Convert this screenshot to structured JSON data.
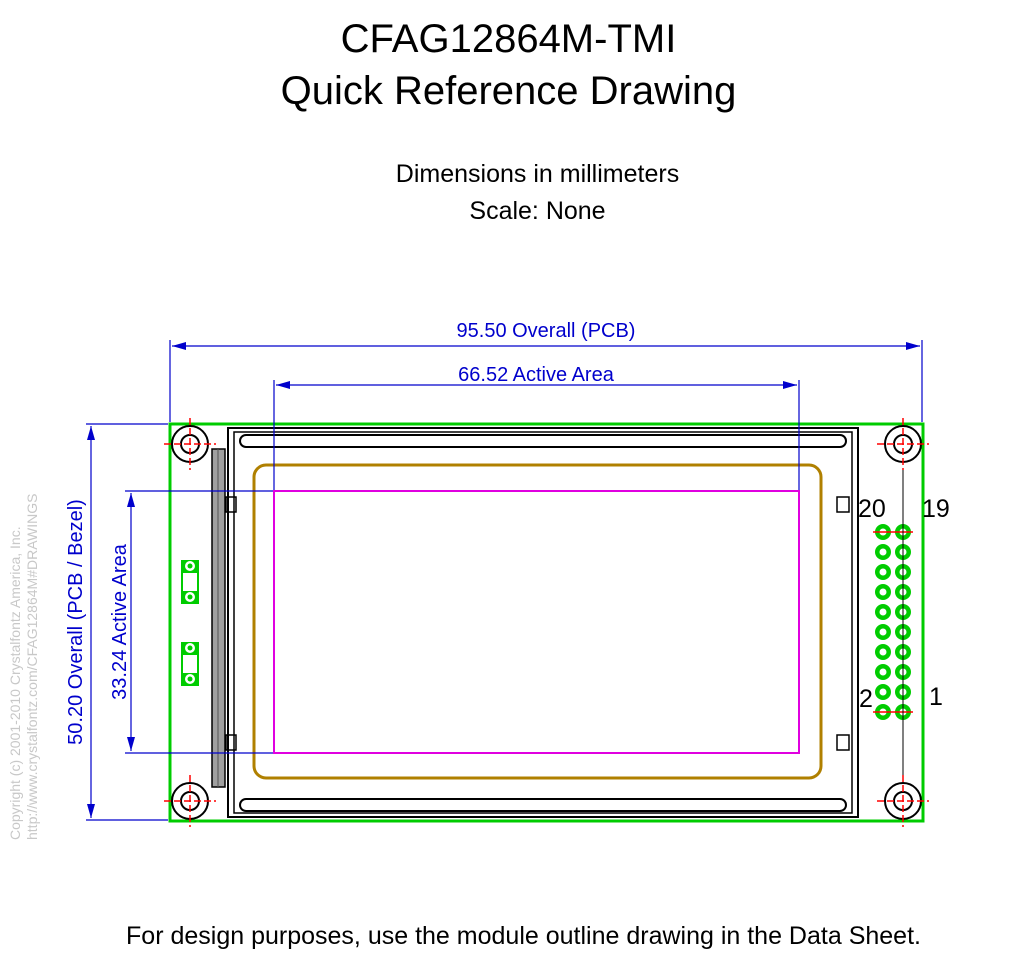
{
  "header": {
    "title_line1": "CFAG12864M-TMI",
    "title_line2": "Quick Reference Drawing",
    "units": "Dimensions in millimeters",
    "scale": "Scale: None"
  },
  "dimensions": {
    "overall_width": "95.50 Overall (PCB)",
    "active_width": "66.52 Active Area",
    "overall_height": "50.20 Overall (PCB / Bezel)",
    "active_height": "33.24 Active Area"
  },
  "pins": {
    "label_20": "20",
    "label_19": "19",
    "label_2": "2",
    "label_1": "1"
  },
  "copyright": {
    "line1": "Copyright (c) 2001-2010 Crystalfontz America, Inc.",
    "line2": "http://www.crystalfontz.com/CFAG12864M#DRAWINGS"
  },
  "footer": {
    "note": "For design purposes, use the module outline drawing in the Data Sheet."
  },
  "colors": {
    "dimension": "#0000cc",
    "pcb": "#00cc00",
    "active_area": "#e000e0",
    "viewing_area": "#b08000",
    "centerline": "#ff0000"
  }
}
